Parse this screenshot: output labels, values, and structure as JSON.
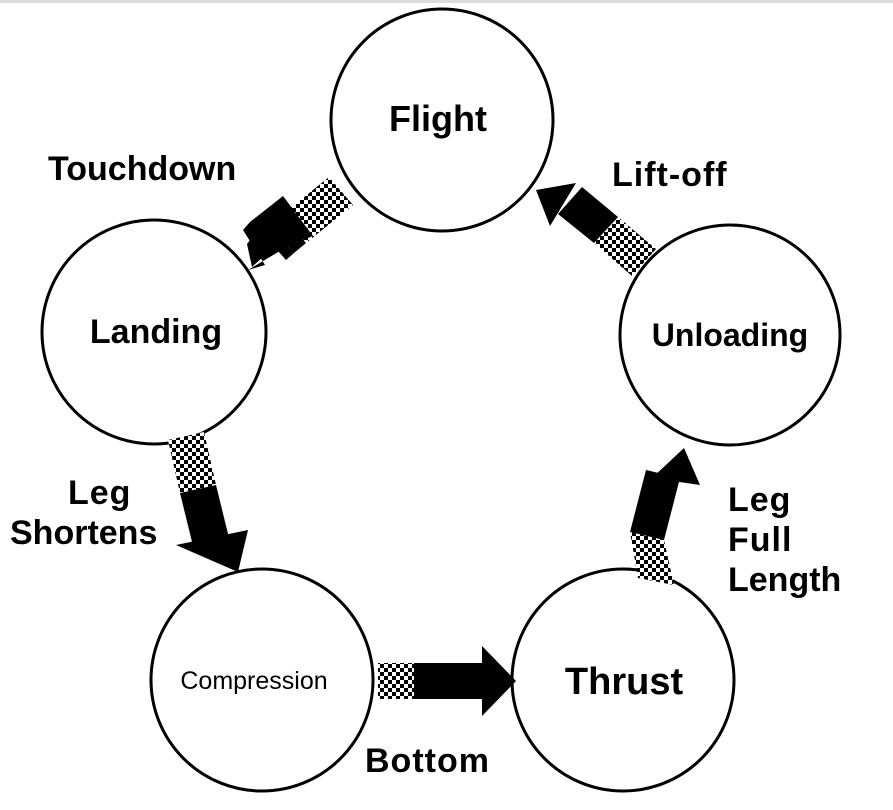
{
  "states": [
    {
      "id": "flight",
      "label": "Flight"
    },
    {
      "id": "landing",
      "label": "Landing"
    },
    {
      "id": "compression",
      "label": "Compression"
    },
    {
      "id": "thrust",
      "label": "Thrust"
    },
    {
      "id": "unloading",
      "label": "Unloading"
    }
  ],
  "transitions": {
    "touchdown": "Touchdown",
    "leg_shortens": [
      "Leg",
      "Shortens"
    ],
    "bottom": "Bottom",
    "leg_full_length": [
      "Leg",
      "Full",
      "Length"
    ],
    "lift_off": "Lift-off"
  },
  "colors": {
    "stroke": "#000000",
    "background": "#ffffff"
  }
}
